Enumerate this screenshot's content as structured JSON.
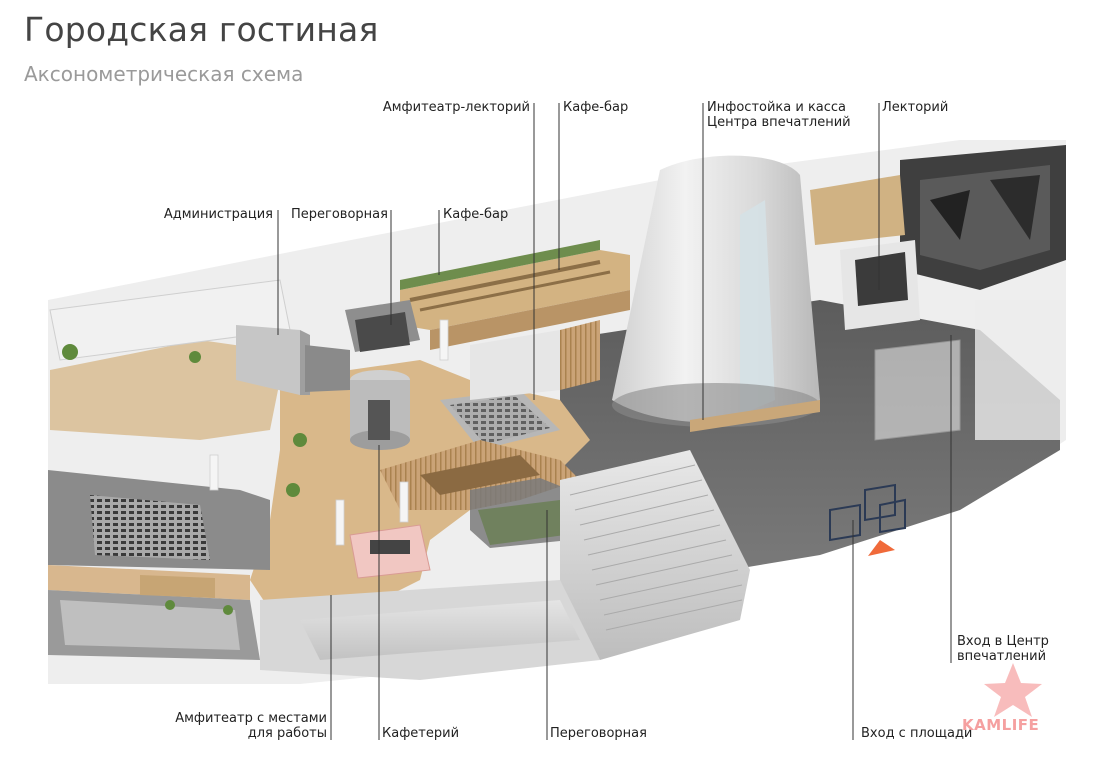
{
  "header": {
    "title": "Городская гостиная",
    "subtitle": "Аксонометрическая схема"
  },
  "labels": {
    "amphitheater_lecture": "Амфитеатр-лекторий",
    "cafe_bar_top": "Кафе-бар",
    "info_desk_line1": "Инфостойка и касса",
    "info_desk_line2": "Центра впечатлений",
    "lecture_hall": "Лекторий",
    "administration": "Администрация",
    "meeting_room_top": "Переговорная",
    "cafe_bar_mid": "Кафе-бар",
    "amphitheater_work_line1": "Амфитеатр с местами",
    "amphitheater_work_line2": "для работы",
    "cafeteria": "Кафетерий",
    "meeting_room_bottom": "Переговорная",
    "entrance_square": "Вход с площади",
    "entrance_center_line1": "Вход в Центр",
    "entrance_center_line2": "впечатлений"
  },
  "watermark": "KAMLIFE",
  "colors": {
    "floor_wood": "#d8b98f",
    "floor_dark": "#6e6e6e",
    "wall_light": "#e4e4e4",
    "accent_arrow": "#f06a3a",
    "watermark_star": "#f7b0b0"
  }
}
